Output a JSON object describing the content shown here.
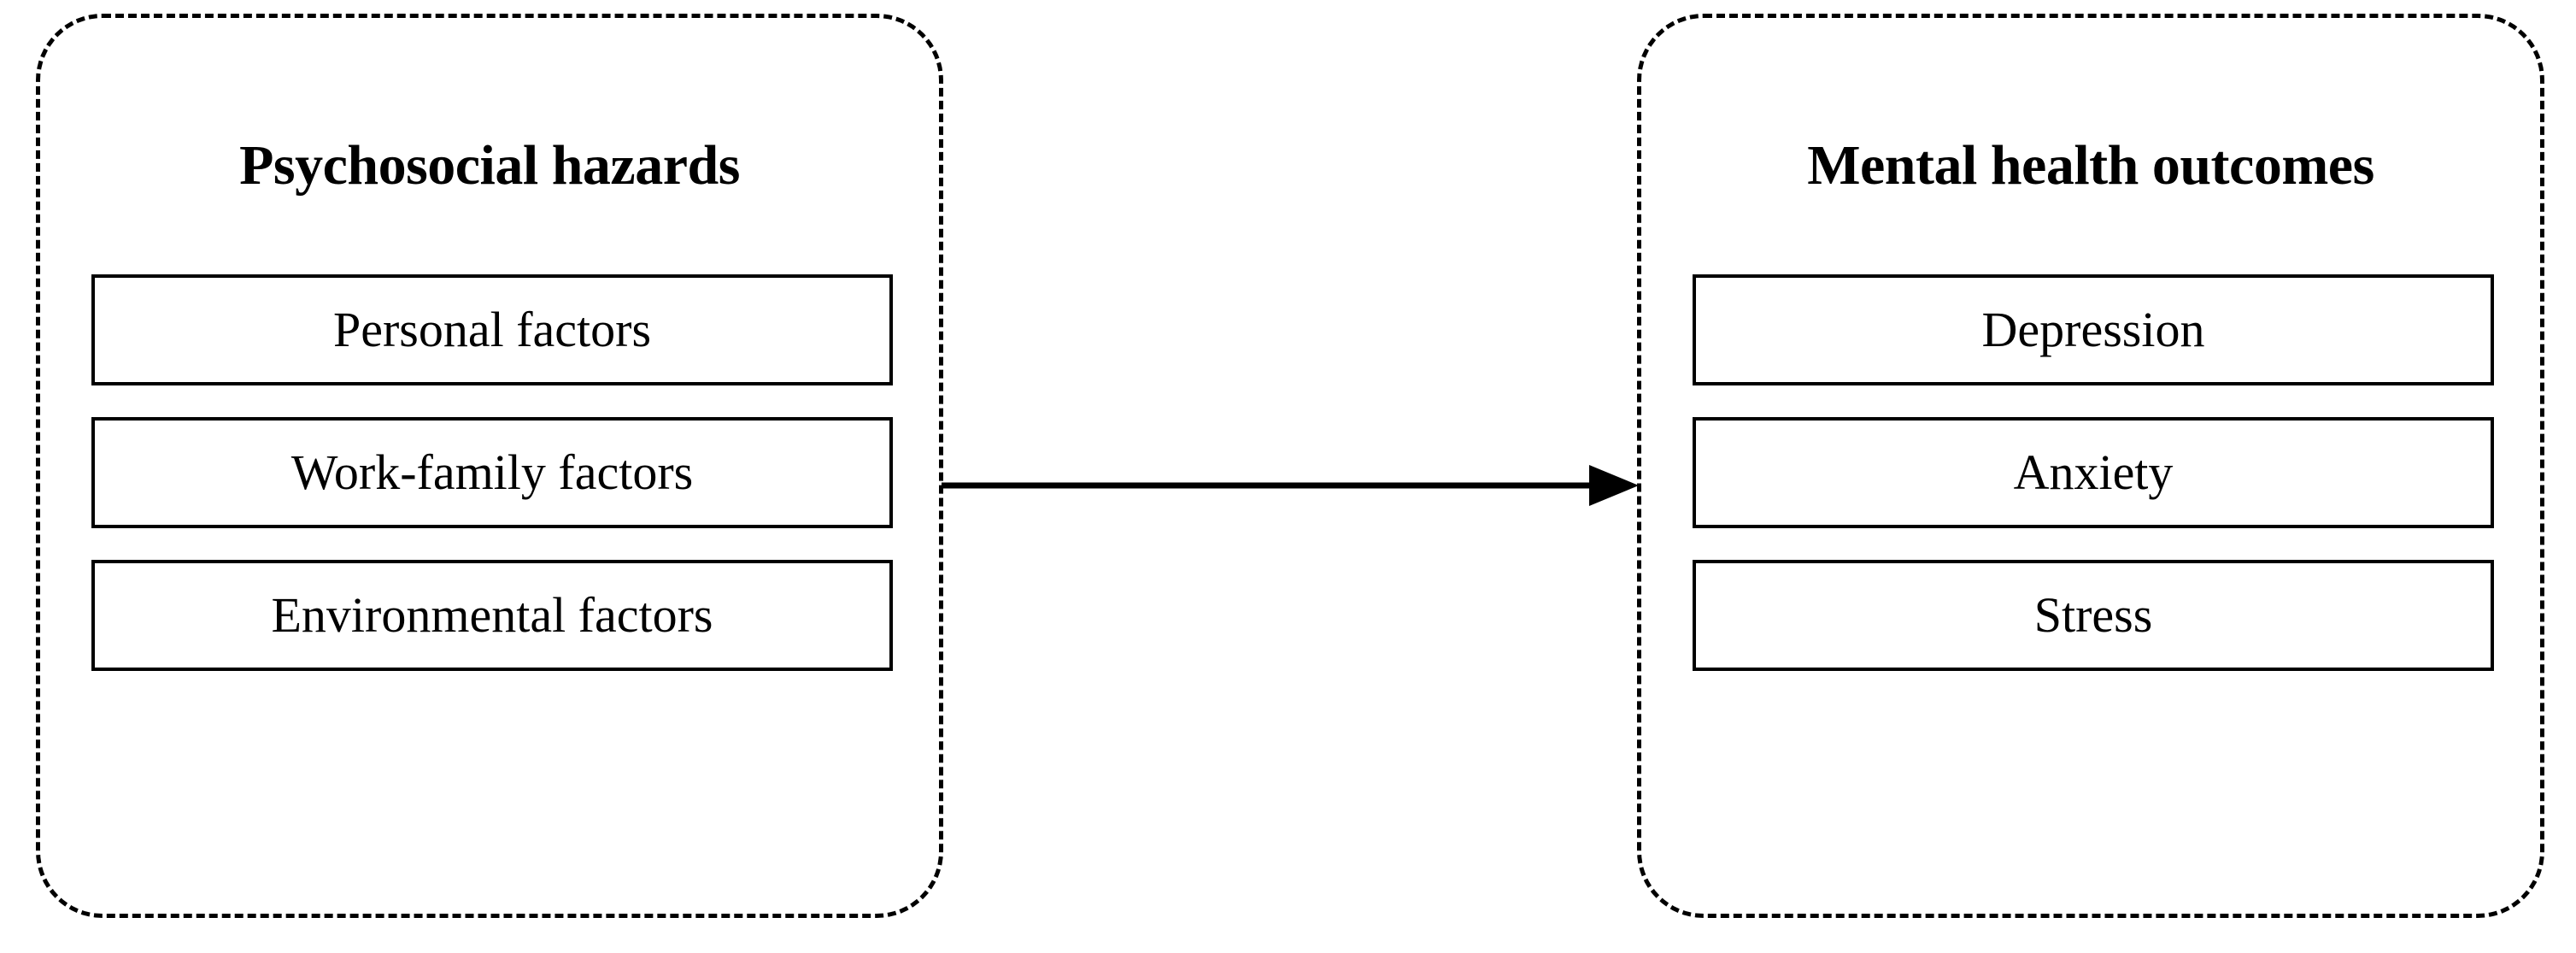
{
  "diagram": {
    "type": "conceptual-framework",
    "orientation": "left-to-right",
    "background_color": "#ffffff",
    "line_color": "#000000",
    "groups": [
      {
        "id": "psychosocial-hazards",
        "title": "Psychosocial hazards",
        "border_style": "dashed",
        "items": [
          {
            "label": "Personal factors"
          },
          {
            "label": "Work-family factors"
          },
          {
            "label": "Environmental factors"
          }
        ]
      },
      {
        "id": "mental-health-outcomes",
        "title": "Mental health outcomes",
        "border_style": "dashed",
        "items": [
          {
            "label": "Depression"
          },
          {
            "label": "Anxiety"
          },
          {
            "label": "Stress"
          }
        ]
      }
    ],
    "connector": {
      "kind": "arrow",
      "direction": "right",
      "from": "psychosocial-hazards",
      "to": "mental-health-outcomes",
      "label": ""
    }
  }
}
